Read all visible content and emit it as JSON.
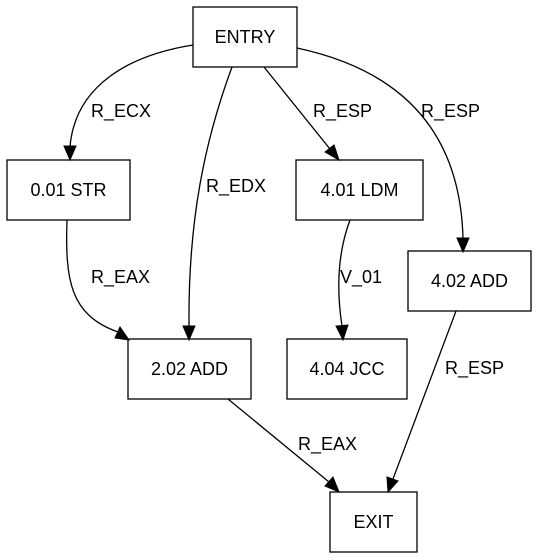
{
  "graph": {
    "nodes": {
      "entry": "ENTRY",
      "str_001": "0.01 STR",
      "add_202": "2.02 ADD",
      "ldm_401": "4.01 LDM",
      "add_402": "4.02 ADD",
      "jcc_404": "4.04 JCC",
      "exit": "EXIT"
    },
    "edges": [
      {
        "from": "ENTRY",
        "to": "0.01 STR",
        "label": "R_ECX"
      },
      {
        "from": "ENTRY",
        "to": "2.02 ADD",
        "label": "R_EDX"
      },
      {
        "from": "ENTRY",
        "to": "4.01 LDM",
        "label": "R_ESP"
      },
      {
        "from": "ENTRY",
        "to": "4.02 ADD",
        "label": "R_ESP"
      },
      {
        "from": "0.01 STR",
        "to": "2.02 ADD",
        "label": "R_EAX"
      },
      {
        "from": "4.01 LDM",
        "to": "4.04 JCC",
        "label": "V_01"
      },
      {
        "from": "4.02 ADD",
        "to": "EXIT",
        "label": "R_ESP"
      },
      {
        "from": "2.02 ADD",
        "to": "EXIT",
        "label": "R_EAX"
      }
    ]
  }
}
